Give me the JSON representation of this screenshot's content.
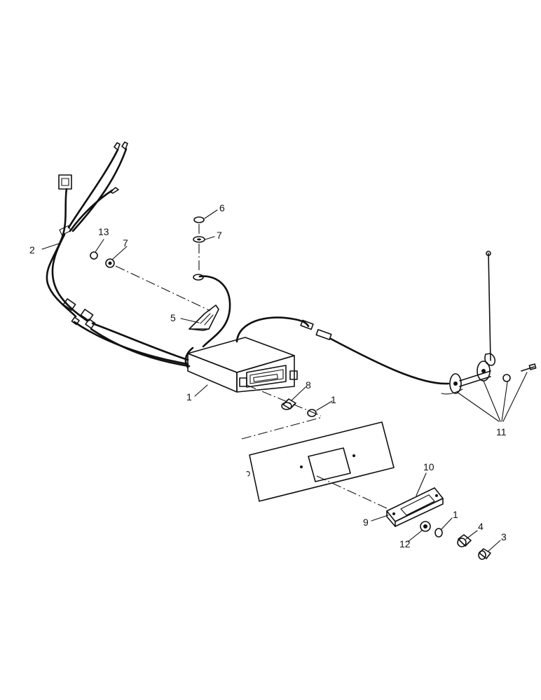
{
  "diagram": {
    "callouts": {
      "c1_radio": "1",
      "c1_nut": "1",
      "c1_knob_nut": "1",
      "c2": "2",
      "c3": "3",
      "c4": "4",
      "c5": "5",
      "c6": "6",
      "c7_top": "7",
      "c7_left": "7",
      "c8": "8",
      "c9": "9",
      "c10": "10",
      "c11": "11",
      "c12": "12",
      "c13": "13"
    }
  }
}
